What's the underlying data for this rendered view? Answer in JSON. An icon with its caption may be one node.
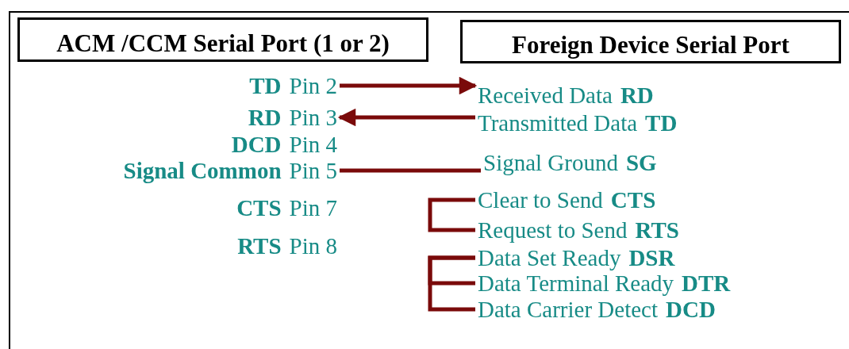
{
  "diagram": {
    "nodes": [
      {
        "text": [
          "ACM /CCM Serial Port (1 or 2)"
        ]
      },
      {
        "text": [
          "Foreign Device Serial Port"
        ]
      },
      {
        "text": [
          "TD",
          "Pin 2"
        ]
      },
      {
        "text": [
          "RD",
          "Pin 3"
        ]
      },
      {
        "text": [
          "DCD",
          "Pin 4"
        ]
      },
      {
        "text": [
          "Signal Common",
          "Pin 5"
        ]
      },
      {
        "text": [
          "CTS",
          "Pin 7"
        ]
      },
      {
        "text": [
          "RTS",
          "Pin 8"
        ]
      },
      {
        "text": [
          "Received Data",
          "RD"
        ]
      },
      {
        "text": [
          "Transmitted Data",
          "TD"
        ]
      },
      {
        "text": [
          "Signal Ground",
          "SG"
        ]
      },
      {
        "text": [
          "Clear to Send",
          "CTS"
        ]
      },
      {
        "text": [
          "Request to Send",
          "RTS"
        ]
      },
      {
        "text": [
          "Data Set Ready",
          "DSR"
        ]
      },
      {
        "text": [
          "Data Terminal Ready",
          "DTR"
        ]
      },
      {
        "text": [
          "Data Carrier Detect",
          "DCD"
        ]
      }
    ],
    "edges": [
      {
        "from": 2,
        "to": 8,
        "arrow": "to"
      },
      {
        "from": 9,
        "to": 3,
        "arrow": "to"
      },
      {
        "from": 5,
        "to": 10,
        "arrow": "none"
      },
      {
        "from": 11,
        "to": 12,
        "arrow": "none"
      },
      {
        "from": 13,
        "to": 14,
        "arrow": "none"
      },
      {
        "from": 13,
        "to": 15,
        "arrow": "none"
      }
    ]
  }
}
